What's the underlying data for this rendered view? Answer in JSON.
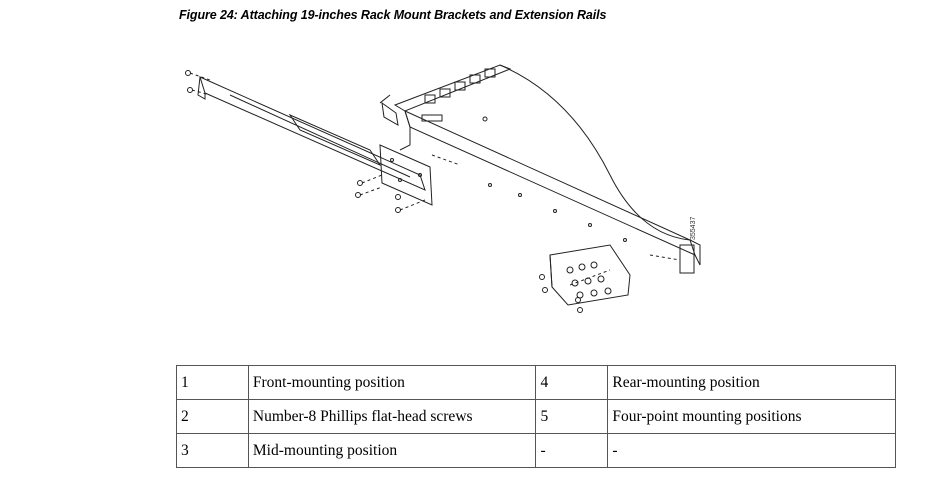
{
  "caption": "Figure 24: Attaching 19-inches Rack Mount Brackets and Extension Rails",
  "figure_id": "355437",
  "legend": {
    "rows": [
      {
        "n1": "1",
        "d1": "Front-mounting position",
        "n2": "4",
        "d2": "Rear-mounting position"
      },
      {
        "n1": "2",
        "d1": "Number-8 Phillips flat-head screws",
        "n2": "5",
        "d2": "Four-point mounting positions"
      },
      {
        "n1": "3",
        "d1": "Mid-mounting position",
        "n2": "-",
        "d2": "-"
      }
    ]
  }
}
